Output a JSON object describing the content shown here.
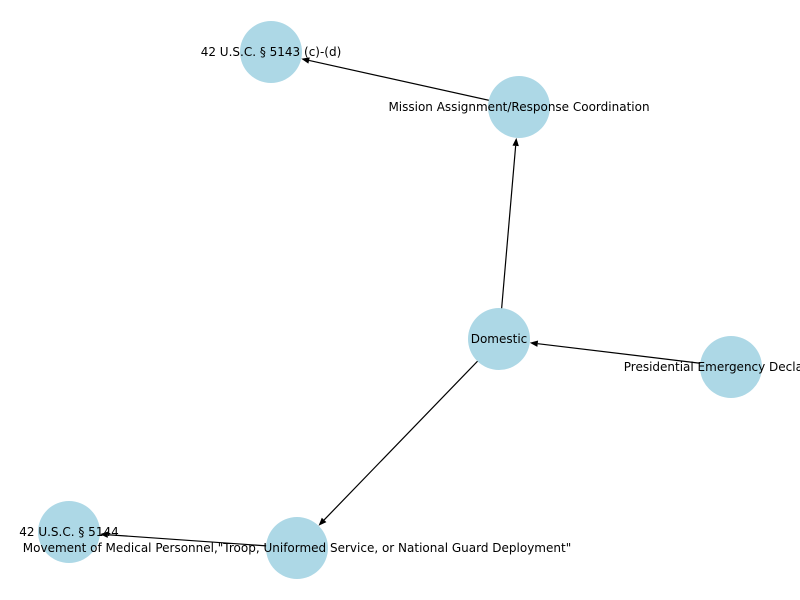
{
  "diagram": {
    "type": "directed-graph",
    "node_color": "#add8e6",
    "edge_color": "#000000",
    "label_color": "#000000",
    "nodes": [
      {
        "id": "usc5143",
        "label": "42 U.S.C. § 5143 (c)-(d)"
      },
      {
        "id": "mission",
        "label": "Mission Assignment/Response Coordination"
      },
      {
        "id": "domestic",
        "label": "Domestic"
      },
      {
        "id": "presidential",
        "label": "Presidential Emergency Declaration"
      },
      {
        "id": "usc5144",
        "label": "42 U.S.C. § 5144"
      },
      {
        "id": "movement",
        "label": "Movement of Medical Personnel,\"Troop, Uniformed Service, or National Guard Deployment\""
      }
    ],
    "edges": [
      {
        "from": "mission",
        "to": "usc5143"
      },
      {
        "from": "domestic",
        "to": "mission"
      },
      {
        "from": "presidential",
        "to": "domestic"
      },
      {
        "from": "domestic",
        "to": "movement"
      },
      {
        "from": "movement",
        "to": "usc5144"
      }
    ]
  }
}
